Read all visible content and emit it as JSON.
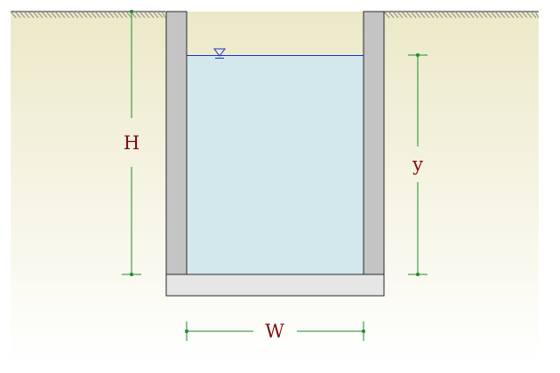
{
  "labels": {
    "height": "H",
    "water_depth": "y",
    "width": "W"
  },
  "colors": {
    "soil_top": "#ece9c8",
    "soil_bottom": "#ffffff",
    "hatch": "#8f8f8f",
    "wall_side": "#c4c4c4",
    "wall_base": "#e6e6e6",
    "outline": "#2a2a2a",
    "water": "#d3e8ec",
    "water_line": "#1f2fd0",
    "dimension": "#1d8c2a",
    "label": "#7a1010"
  }
}
